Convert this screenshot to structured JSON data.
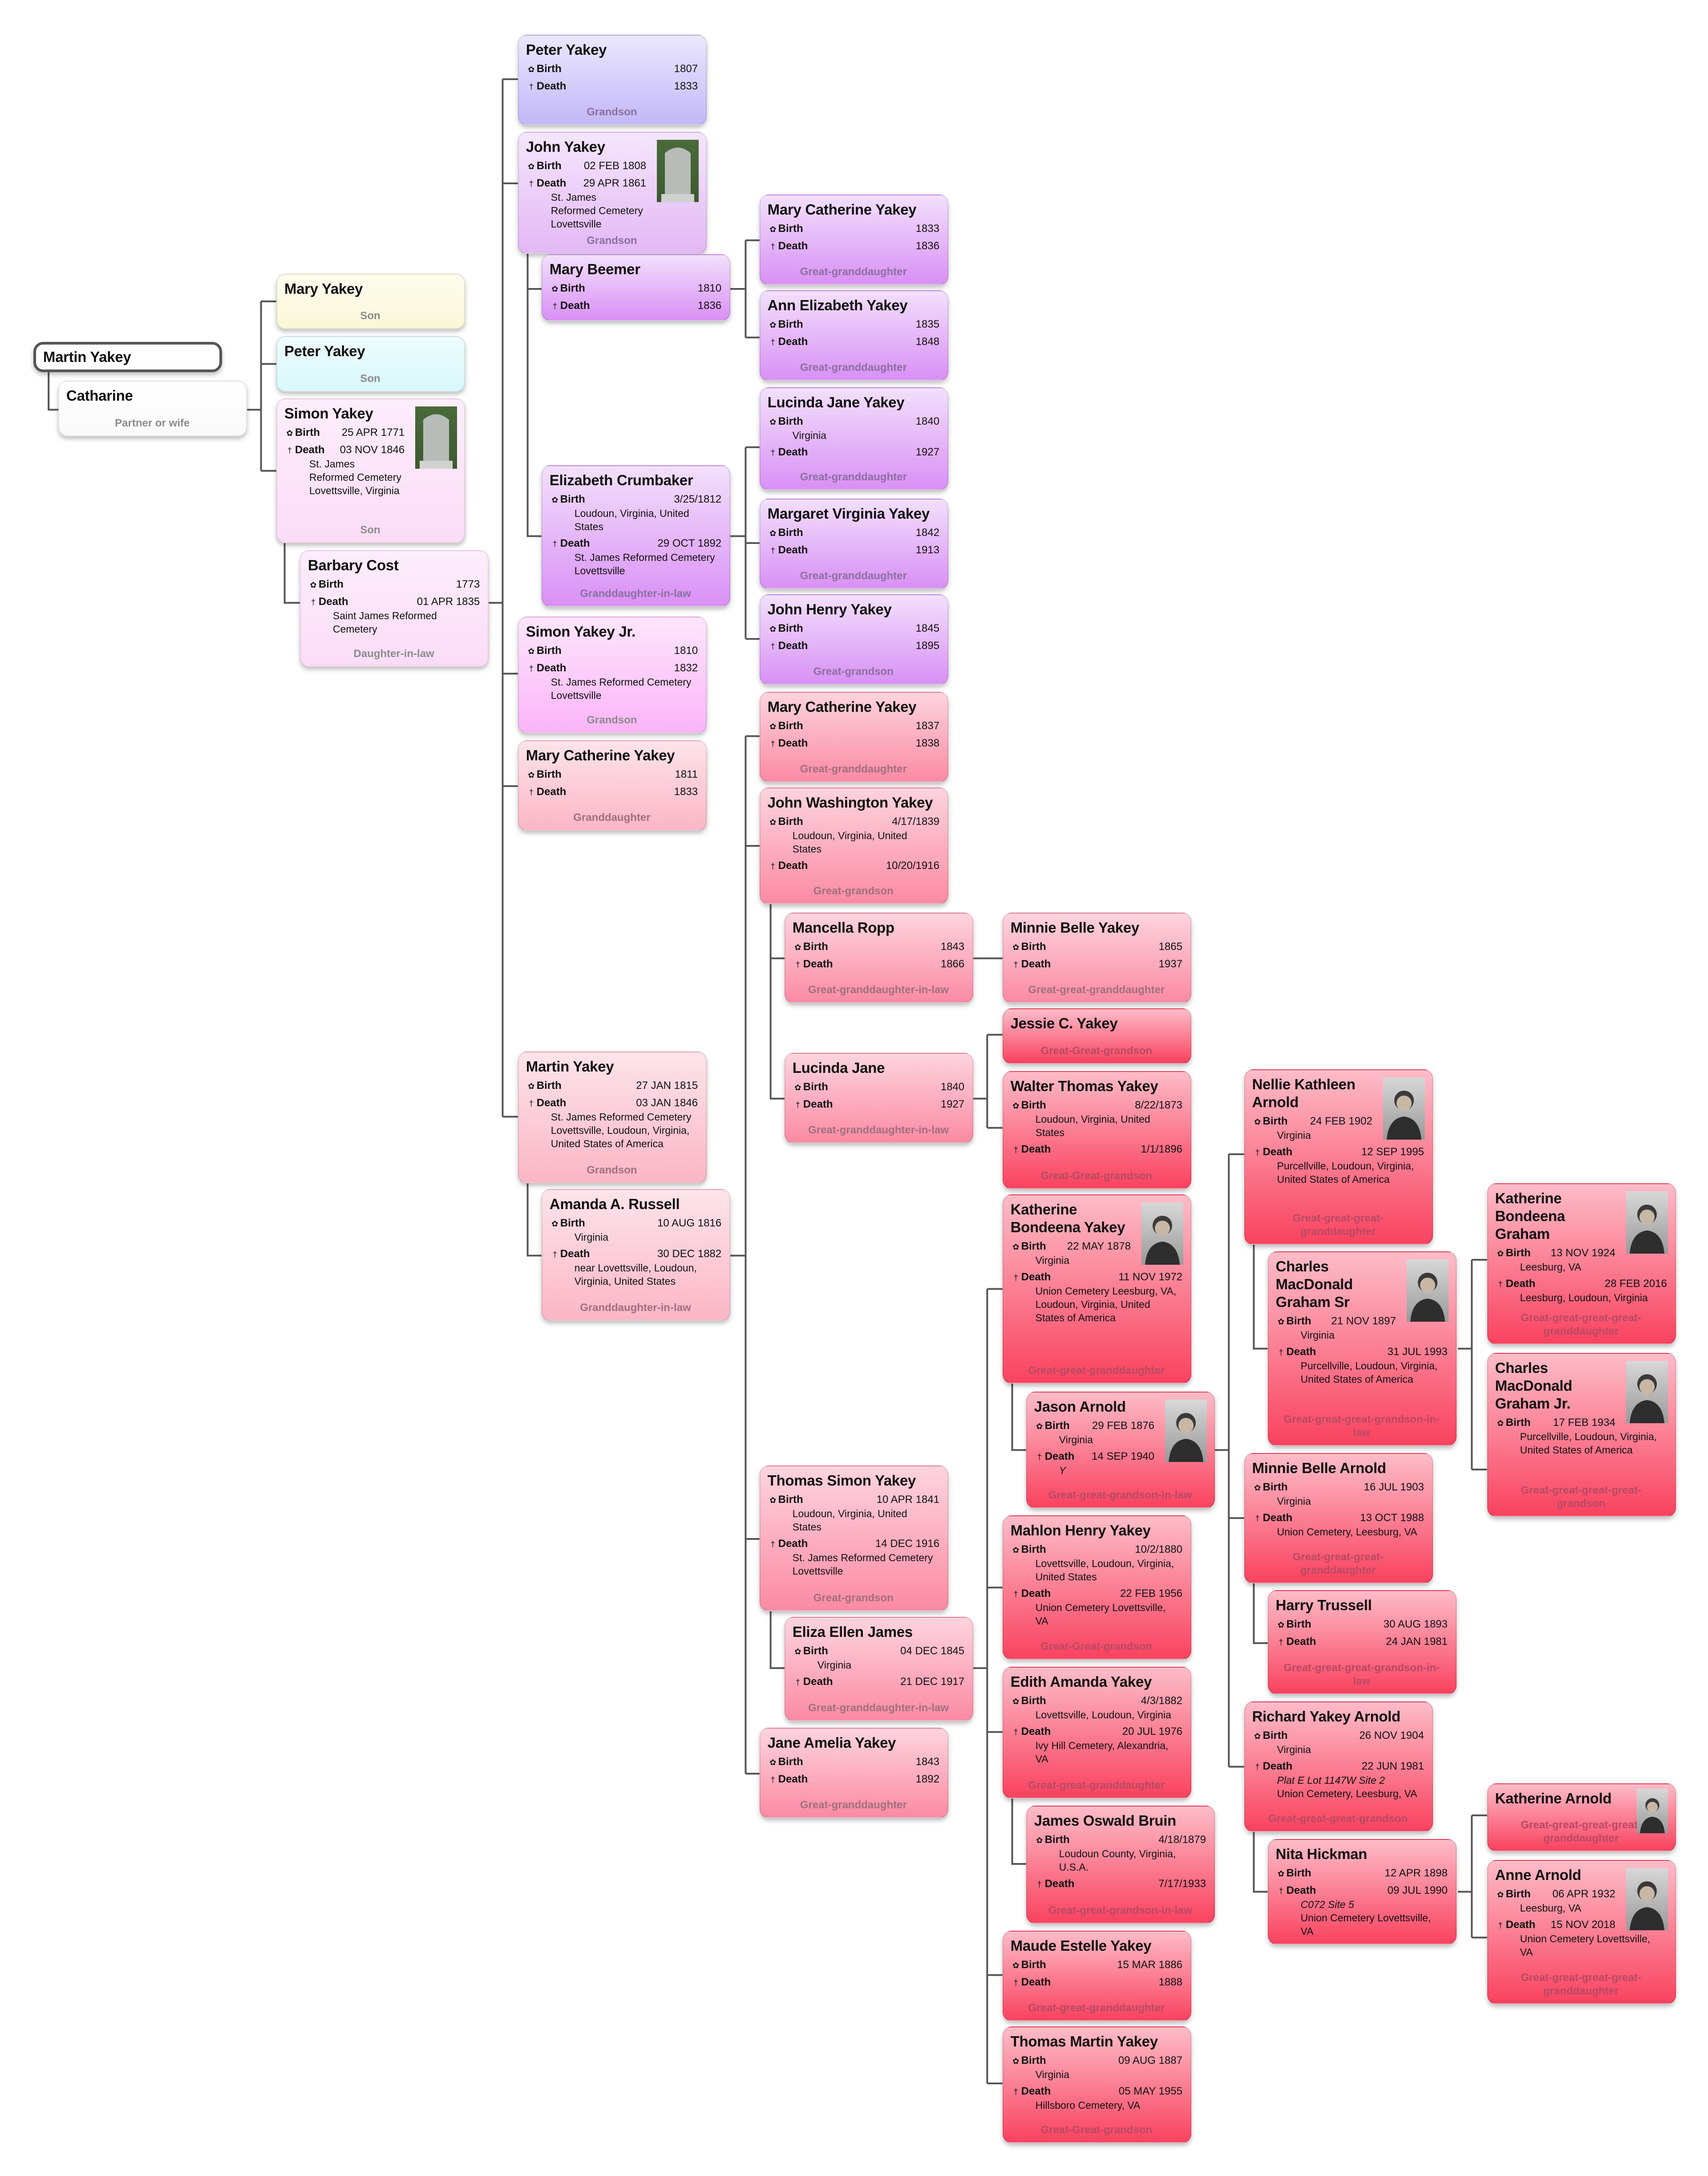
{
  "labels": {
    "birth": "Birth",
    "death": "Death"
  },
  "icons": {
    "birth": "flower-icon",
    "death": "cross-icon"
  },
  "cards": [
    {
      "name": "Martin Yakey",
      "events": [],
      "role": ""
    },
    {
      "name": "Catharine",
      "events": [],
      "role": "Partner or wife"
    },
    {
      "name": "Mary Yakey",
      "events": [],
      "role": "Son"
    },
    {
      "name": "Peter Yakey",
      "events": [],
      "role": "Son"
    },
    {
      "name": "Simon Yakey",
      "photo": "gravestone",
      "events": [
        {
          "type": "birth",
          "date": "25 APR 1771"
        },
        {
          "type": "death",
          "date": "03 NOV 1846",
          "place": "St. James Reformed Cemetery Lovettsville, Virginia"
        }
      ],
      "role": "Son"
    },
    {
      "name": "Barbary Cost",
      "events": [
        {
          "type": "birth",
          "date": "1773"
        },
        {
          "type": "death",
          "date": "01 APR 1835",
          "place": "Saint James Reformed Cemetery"
        }
      ],
      "role": "Daughter-in-law"
    },
    {
      "name": "Peter Yakey",
      "events": [
        {
          "type": "birth",
          "date": "1807"
        },
        {
          "type": "death",
          "date": "1833"
        }
      ],
      "role": "Grandson"
    },
    {
      "name": "John Yakey",
      "photo": "gravestone",
      "events": [
        {
          "type": "birth",
          "date": "02 FEB 1808"
        },
        {
          "type": "death",
          "date": "29 APR 1861",
          "place": "St. James Reformed Cemetery Lovettsville"
        }
      ],
      "role": "Grandson"
    },
    {
      "name": "Mary Beemer",
      "events": [
        {
          "type": "birth",
          "date": "1810"
        },
        {
          "type": "death",
          "date": "1836"
        }
      ],
      "role": ""
    },
    {
      "name": "Elizabeth Crumbaker",
      "events": [
        {
          "type": "birth",
          "date": "3/25/1812",
          "place": "Loudoun, Virginia, United States"
        },
        {
          "type": "death",
          "date": "29 OCT 1892",
          "place": "St. James Reformed Cemetery Lovettsville"
        }
      ],
      "role": "Granddaughter-in-law"
    },
    {
      "name": "Simon Yakey Jr.",
      "events": [
        {
          "type": "birth",
          "date": "1810"
        },
        {
          "type": "death",
          "date": "1832",
          "place": "St. James Reformed Cemetery Lovettsville"
        }
      ],
      "role": "Grandson"
    },
    {
      "name": "Mary Catherine Yakey",
      "events": [
        {
          "type": "birth",
          "date": "1811"
        },
        {
          "type": "death",
          "date": "1833"
        }
      ],
      "role": "Granddaughter"
    },
    {
      "name": "Martin Yakey",
      "events": [
        {
          "type": "birth",
          "date": "27 JAN 1815"
        },
        {
          "type": "death",
          "date": "03 JAN 1846",
          "place": "St. James Reformed Cemetery Lovettsville, Loudoun, Virginia, United States of America"
        }
      ],
      "role": "Grandson"
    },
    {
      "name": "Amanda A. Russell",
      "events": [
        {
          "type": "birth",
          "date": "10 AUG 1816",
          "place": "Virginia"
        },
        {
          "type": "death",
          "date": "30 DEC 1882",
          "place": "near Lovettsville, Loudoun, Virginia, United States"
        }
      ],
      "role": "Granddaughter-in-law"
    },
    {
      "name": "Mary Catherine Yakey",
      "events": [
        {
          "type": "birth",
          "date": "1833"
        },
        {
          "type": "death",
          "date": "1836"
        }
      ],
      "role": "Great-granddaughter"
    },
    {
      "name": "Ann Elizabeth Yakey",
      "events": [
        {
          "type": "birth",
          "date": "1835"
        },
        {
          "type": "death",
          "date": "1848"
        }
      ],
      "role": "Great-granddaughter"
    },
    {
      "name": "Lucinda Jane Yakey",
      "events": [
        {
          "type": "birth",
          "date": "1840",
          "place": "Virginia"
        },
        {
          "type": "death",
          "date": "1927"
        }
      ],
      "role": "Great-granddaughter"
    },
    {
      "name": "Margaret Virginia Yakey",
      "events": [
        {
          "type": "birth",
          "date": "1842"
        },
        {
          "type": "death",
          "date": "1913"
        }
      ],
      "role": "Great-granddaughter"
    },
    {
      "name": "John Henry Yakey",
      "events": [
        {
          "type": "birth",
          "date": "1845"
        },
        {
          "type": "death",
          "date": "1895"
        }
      ],
      "role": "Great-grandson"
    },
    {
      "name": "Mary Catherine Yakey",
      "events": [
        {
          "type": "birth",
          "date": "1837"
        },
        {
          "type": "death",
          "date": "1838"
        }
      ],
      "role": "Great-granddaughter"
    },
    {
      "name": "John Washington Yakey",
      "events": [
        {
          "type": "birth",
          "date": "4/17/1839",
          "place": "Loudoun, Virginia, United States"
        },
        {
          "type": "death",
          "date": "10/20/1916"
        }
      ],
      "role": "Great-grandson"
    },
    {
      "name": "Mancella Ropp",
      "events": [
        {
          "type": "birth",
          "date": "1843"
        },
        {
          "type": "death",
          "date": "1866"
        }
      ],
      "role": "Great-granddaughter-in-law"
    },
    {
      "name": "Lucinda Jane",
      "events": [
        {
          "type": "birth",
          "date": "1840"
        },
        {
          "type": "death",
          "date": "1927"
        }
      ],
      "role": "Great-granddaughter-in-law"
    },
    {
      "name": "Thomas Simon Yakey",
      "events": [
        {
          "type": "birth",
          "date": "10 APR 1841",
          "place": "Loudoun, Virginia, United States"
        },
        {
          "type": "death",
          "date": "14 DEC 1916",
          "place": "St. James Reformed Cemetery Lovettsville"
        }
      ],
      "role": "Great-grandson"
    },
    {
      "name": "Eliza Ellen James",
      "events": [
        {
          "type": "birth",
          "date": "04 DEC 1845",
          "place": "Virginia"
        },
        {
          "type": "death",
          "date": "21 DEC 1917"
        }
      ],
      "role": "Great-granddaughter-in-law"
    },
    {
      "name": "Jane Amelia Yakey",
      "events": [
        {
          "type": "birth",
          "date": "1843"
        },
        {
          "type": "death",
          "date": "1892"
        }
      ],
      "role": "Great-granddaughter"
    },
    {
      "name": "Minnie Belle Yakey",
      "events": [
        {
          "type": "birth",
          "date": "1865"
        },
        {
          "type": "death",
          "date": "1937"
        }
      ],
      "role": "Great-great-granddaughter"
    },
    {
      "name": "Jessie C. Yakey",
      "events": [],
      "role": "Great-Great-grandson"
    },
    {
      "name": "Walter Thomas Yakey",
      "events": [
        {
          "type": "birth",
          "date": "8/22/1873",
          "place": "Loudoun, Virginia, United States"
        },
        {
          "type": "death",
          "date": "1/1/1896"
        }
      ],
      "role": "Great-Great-grandson"
    },
    {
      "name": "Katherine Bondeena Yakey",
      "photo": "portrait",
      "events": [
        {
          "type": "birth",
          "date": "22 MAY 1878",
          "place": "Virginia"
        },
        {
          "type": "death",
          "date": "11 NOV 1972",
          "place": "Union Cemetery Leesburg, VA, Loudoun, Virginia, United States of America"
        }
      ],
      "role": "Great-great-granddaughter"
    },
    {
      "name": "Jason Arnold",
      "photo": "portrait",
      "events": [
        {
          "type": "birth",
          "date": "29 FEB 1876",
          "place": "Virginia"
        },
        {
          "type": "death",
          "date": "14 SEP 1940",
          "place_italic": "Y"
        }
      ],
      "role": "Great-great-grandson-in-law"
    },
    {
      "name": "Mahlon Henry Yakey",
      "events": [
        {
          "type": "birth",
          "date": "10/2/1880",
          "place": "Lovettsville, Loudoun, Virginia, United States"
        },
        {
          "type": "death",
          "date": "22 FEB 1956",
          "place": "Union Cemetery Lovettsville, VA"
        }
      ],
      "role": "Great-Great-grandson"
    },
    {
      "name": "Edith Amanda Yakey",
      "events": [
        {
          "type": "birth",
          "date": "4/3/1882",
          "place": "Lovettsville, Loudoun, Virginia"
        },
        {
          "type": "death",
          "date": "20 JUL 1976",
          "place": "Ivy Hill Cemetery, Alexandria, VA"
        }
      ],
      "role": "Great-great-granddaughter"
    },
    {
      "name": "James Oswald Bruin",
      "events": [
        {
          "type": "birth",
          "date": "4/18/1879",
          "place": "Loudoun County, Virginia, U.S.A."
        },
        {
          "type": "death",
          "date": "7/17/1933"
        }
      ],
      "role": "Great-great-grandson-in-law"
    },
    {
      "name": "Maude Estelle Yakey",
      "events": [
        {
          "type": "birth",
          "date": "15 MAR 1886"
        },
        {
          "type": "death",
          "date": "1888"
        }
      ],
      "role": "Great-great-granddaughter"
    },
    {
      "name": "Thomas Martin Yakey",
      "events": [
        {
          "type": "birth",
          "date": "09 AUG 1887",
          "place": "Virginia"
        },
        {
          "type": "death",
          "date": "05 MAY 1955",
          "place": "Hillsboro Cemetery, VA"
        }
      ],
      "role": "Great-Great-grandson"
    },
    {
      "name": "Nellie Kathleen Arnold",
      "photo": "portrait",
      "events": [
        {
          "type": "birth",
          "date": "24 FEB 1902",
          "place": "Virginia"
        },
        {
          "type": "death",
          "date": "12 SEP 1995",
          "place": "Purcellville, Loudoun, Virginia, United States of America"
        }
      ],
      "role": "Great-great-great-granddaughter"
    },
    {
      "name": "Charles MacDonald Graham Sr",
      "photo": "portrait",
      "events": [
        {
          "type": "birth",
          "date": "21 NOV 1897",
          "place": "Virginia"
        },
        {
          "type": "death",
          "date": "31 JUL 1993",
          "place": "Purcellville, Loudoun, Virginia, United States of America"
        }
      ],
      "role": "Great-great-great-grandson-in-law"
    },
    {
      "name": "Minnie Belle Arnold",
      "events": [
        {
          "type": "birth",
          "date": "16 JUL 1903",
          "place": "Virginia"
        },
        {
          "type": "death",
          "date": "13 OCT 1988",
          "place": "Union Cemetery, Leesburg, VA"
        }
      ],
      "role": "Great-great-great-granddaughter"
    },
    {
      "name": "Harry Trussell",
      "events": [
        {
          "type": "birth",
          "date": "30 AUG 1893"
        },
        {
          "type": "death",
          "date": "24 JAN 1981"
        }
      ],
      "role": "Great-great-great-grandson-in-law"
    },
    {
      "name": "Richard Yakey Arnold",
      "events": [
        {
          "type": "birth",
          "date": "26 NOV 1904",
          "place": "Virginia"
        },
        {
          "type": "death",
          "date": "22 JUN 1981",
          "place_italic": "Plat E Lot 1147W Site 2",
          "place": "Union Cemetery, Leesburg, VA"
        }
      ],
      "role": "Great-great-great-grandson"
    },
    {
      "name": "Nita Hickman",
      "events": [
        {
          "type": "birth",
          "date": "12 APR 1898"
        },
        {
          "type": "death",
          "date": "09 JUL 1990",
          "place_italic": "C072 Site 5",
          "place": "Union Cemetery Lovettsville, VA"
        }
      ],
      "role": ""
    },
    {
      "name": "Katherine Bondeena Graham",
      "photo": "portrait",
      "events": [
        {
          "type": "birth",
          "date": "13 NOV 1924",
          "place": "Leesburg, VA"
        },
        {
          "type": "death",
          "date": "28 FEB 2016",
          "place": "Leesburg, Loudoun, Virginia"
        }
      ],
      "role": "Great-great-great-great-granddaughter"
    },
    {
      "name": "Charles MacDonald Graham Jr.",
      "photo": "portrait",
      "events": [
        {
          "type": "birth",
          "date": "17 FEB 1934",
          "place": "Purcellville, Loudoun, Virginia, United States of America"
        }
      ],
      "role": "Great-great-great-great-grandson"
    },
    {
      "name": "Katherine Arnold",
      "photo": "portrait-small",
      "events": [],
      "role": "Great-great-great-great-granddaughter"
    },
    {
      "name": "Anne Arnold",
      "photo": "portrait",
      "events": [
        {
          "type": "birth",
          "date": "06 APR 1932",
          "place": "Leesburg, VA"
        },
        {
          "type": "death",
          "date": "15 NOV 2018",
          "place": "Union Cemetery Lovettsville, VA"
        }
      ],
      "role": "Great-great-great-great-granddaughter"
    }
  ]
}
